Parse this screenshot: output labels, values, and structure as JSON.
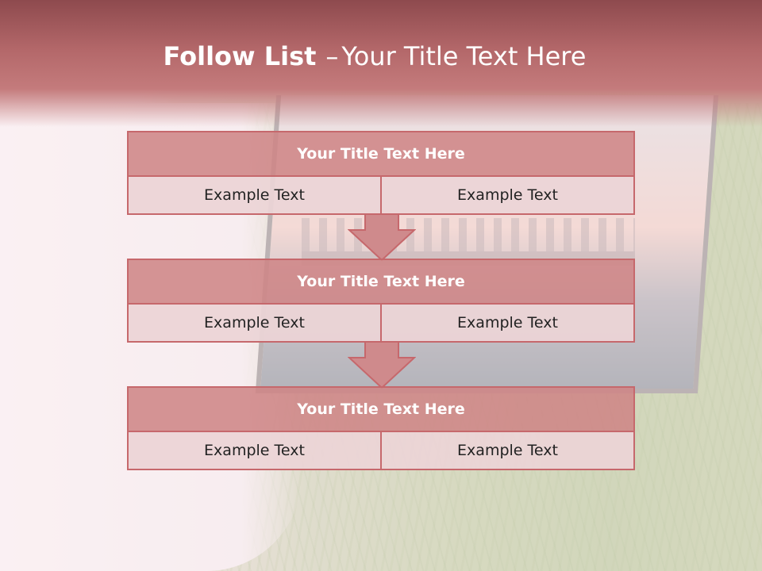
{
  "slide": {
    "title_bold": "Follow List",
    "title_sep": "–",
    "title_rest": "Your Title Text Here"
  },
  "blocks": [
    {
      "title": "Your Title Text Here",
      "left": "Example Text",
      "right": "Example Text"
    },
    {
      "title": "Your Title Text Here",
      "left": "Example Text",
      "right": "Example Text"
    },
    {
      "title": "Your Title Text Here",
      "left": "Example Text",
      "right": "Example Text"
    }
  ],
  "colors": {
    "header": "#b4686a",
    "block_title": "#ce8284",
    "block_border": "#c6686c",
    "cell": "#ecd4d6"
  }
}
